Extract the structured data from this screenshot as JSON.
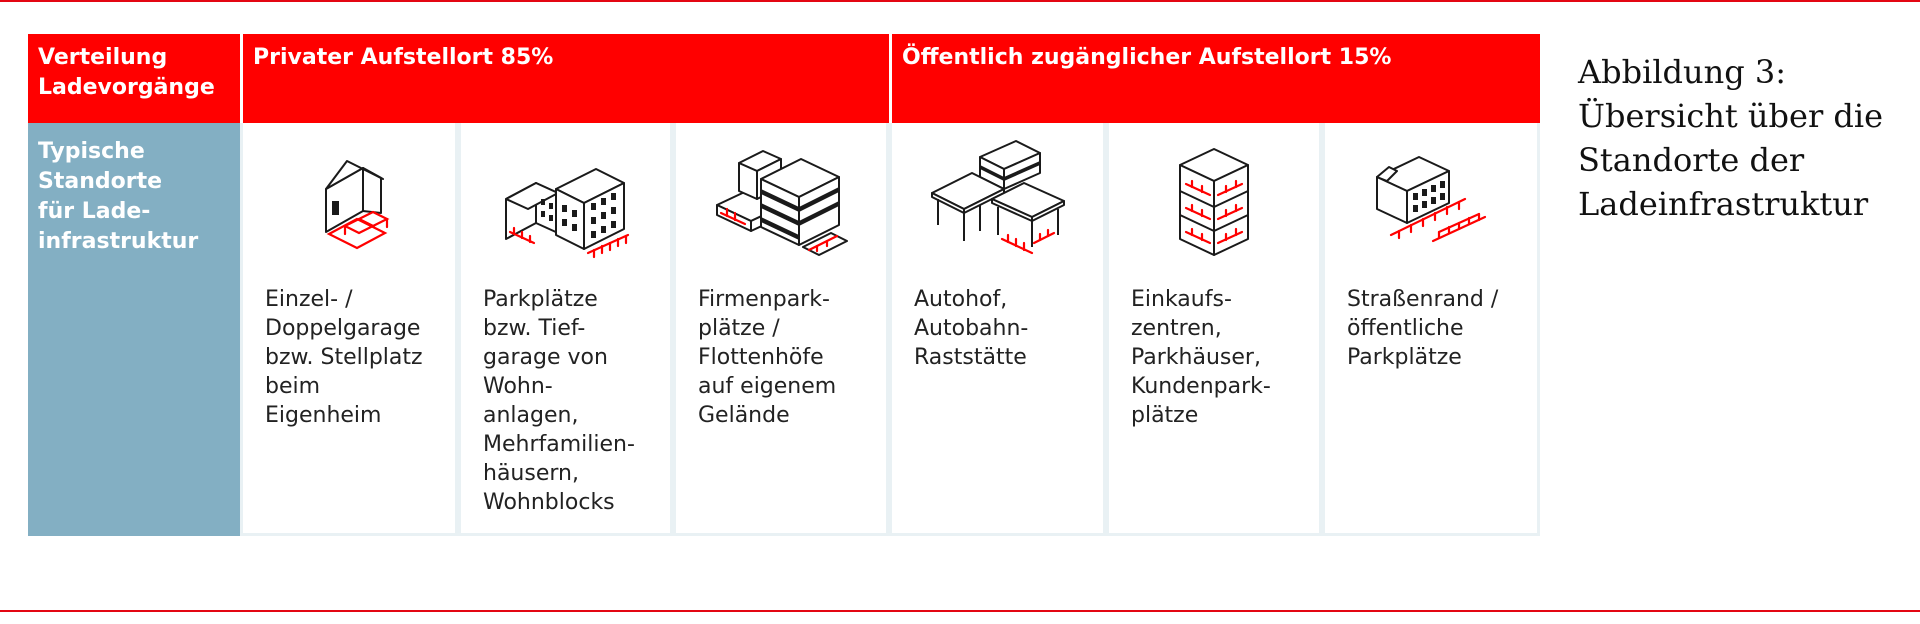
{
  "table": {
    "header_row_label": "Verteilung\nLadevorgänge",
    "group_private": "Privater Aufstellort 85%",
    "group_public": "Öffentlich zugänglicher Aufstellort 15%",
    "row_label": "Typische\nStandorte\nfür Lade-\ninfrastruktur",
    "columns": [
      {
        "icon": "garage-house-icon",
        "label": "Einzel- /\nDoppelgarage\nbzw. Stellplatz\nbeim\nEigenheim"
      },
      {
        "icon": "apartment-buildings-icon",
        "label": "Parkplätze\nbzw. Tief-\ngarage von\nWohn-\nanlagen,\nMehrfamilien-\nhäusern,\nWohnblocks"
      },
      {
        "icon": "company-building-icon",
        "label": "Firmenpark-\nplätze /\nFlottenhöfe\nauf eigenem\nGelände"
      },
      {
        "icon": "rest-stop-icon",
        "label": "Autohof,\nAutobahn-\nRaststätte"
      },
      {
        "icon": "parking-garage-icon",
        "label": "Einkaufs-\nzentren,\nParkhäuser,\nKundenpark-\nplätze"
      },
      {
        "icon": "street-parking-icon",
        "label": "Straßenrand /\nöffentliche\nParkplätze"
      }
    ]
  },
  "caption": "Abbildung 3:\nÜbersicht über die\nStandorte der\nLadeinfrastruktur",
  "colors": {
    "accent_red": "#ff0000",
    "row_label_blue": "#83afc3",
    "rule_red": "#e30613"
  }
}
